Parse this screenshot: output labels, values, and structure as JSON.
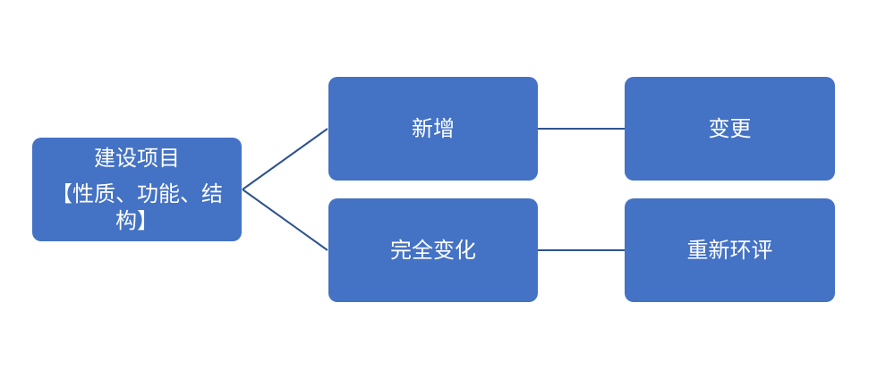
{
  "diagram": {
    "root": {
      "line1": "建设项目",
      "line2": "【性质、功能、结构】"
    },
    "branches": [
      {
        "label": "新增",
        "result": "变更"
      },
      {
        "label": "完全变化",
        "result": "重新环评"
      }
    ],
    "colors": {
      "node_fill": "#4472c4",
      "node_text": "#ffffff",
      "connector": "#2f528f"
    }
  }
}
